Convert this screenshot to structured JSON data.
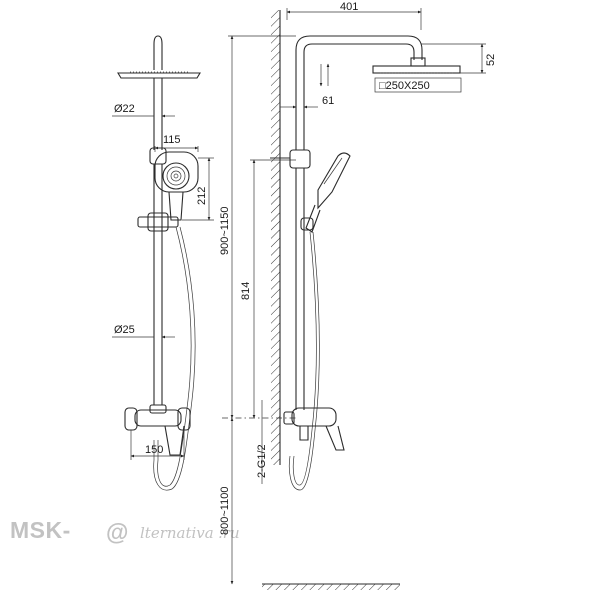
{
  "dimensions": {
    "width_401": "401",
    "height_52": "52",
    "offset_61": "61",
    "head_size": "□250X250",
    "pipe_22": "Ø22",
    "handshower_115": "115",
    "handshower_212": "212",
    "height_range_900_1150": "900~1150",
    "height_814": "814",
    "pipe_25": "Ø25",
    "spread_150": "150",
    "connection_thread": "2-G1/2",
    "height_range_800_1100": "800~1100"
  },
  "watermark": {
    "brand": "MSK-",
    "at_symbol": "@",
    "word": "lternativa",
    "domain": ".ru"
  },
  "style": {
    "line_color": "#2b2b2b",
    "watermark_color": "#c2c2c2"
  }
}
